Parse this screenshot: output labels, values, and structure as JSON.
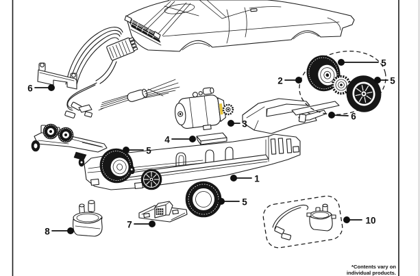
{
  "page": {
    "background": "#ffffff",
    "ink": "#1b1b1b",
    "frame_color": "#1b1b1b",
    "motor_accent": "#e9c63b",
    "footnote": {
      "line1": "*Contents vary on",
      "line2": "individual products."
    }
  },
  "callouts": [
    {
      "number": "6",
      "part": "wiring-bracket"
    },
    {
      "number": "2",
      "part": "rear-axle-assembly"
    },
    {
      "number": "5",
      "part": "rear-wheel-left"
    },
    {
      "number": "5",
      "part": "rear-wheel-right"
    },
    {
      "number": "3",
      "part": "motor"
    },
    {
      "number": "4",
      "part": "traction-magnet"
    },
    {
      "number": "6",
      "part": "trim-strip"
    },
    {
      "number": "5",
      "part": "front-tire"
    },
    {
      "number": "1",
      "part": "chassis"
    },
    {
      "number": "5",
      "part": "rear-tire"
    },
    {
      "number": "7",
      "part": "accessory-plate"
    },
    {
      "number": "8",
      "part": "guide-pod"
    },
    {
      "number": "10",
      "part": "spare-guide-assembly"
    }
  ],
  "parts": [
    "car-body-shell",
    "wiring-harness-plug",
    "wiring-bracket",
    "guide-wires",
    "front-axle-gear-assembly",
    "braided-lead-wire",
    "motor",
    "traction-magnet",
    "interior-tray",
    "rear-axle-assembly",
    "trim-strip",
    "chassis",
    "front-tire",
    "rear-tire",
    "mounted-wheel",
    "accessory-plate",
    "guide-pod",
    "spare-guide-assembly"
  ]
}
